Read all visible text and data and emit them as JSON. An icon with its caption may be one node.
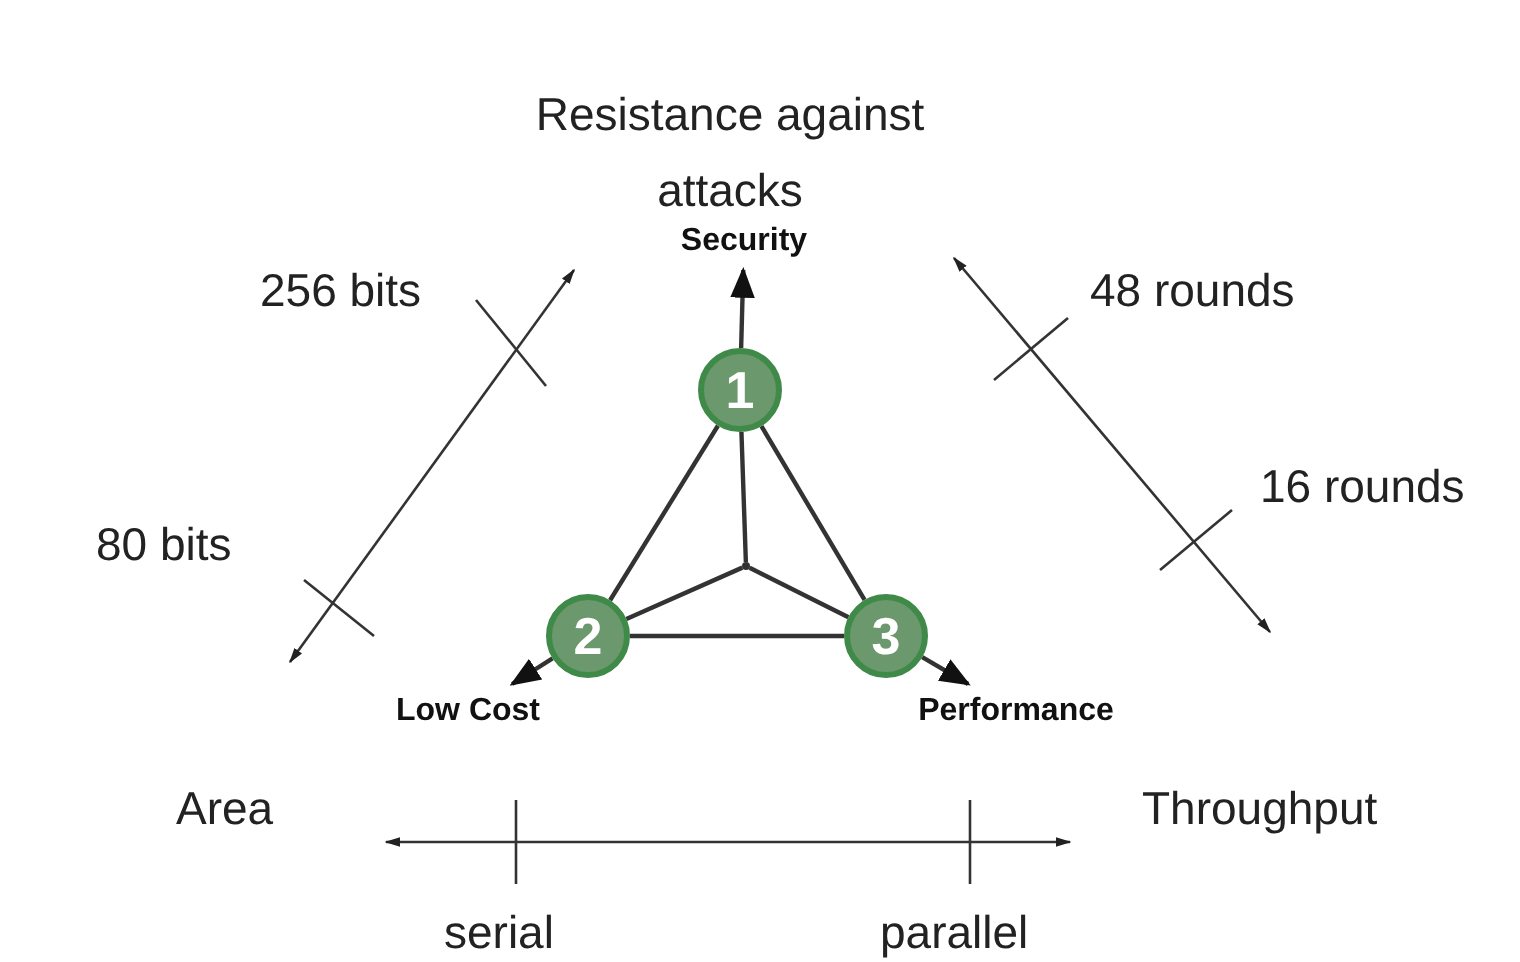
{
  "diagram": {
    "nodes": [
      {
        "text": [
          "Security"
        ]
      },
      {
        "text": [
          "1"
        ]
      },
      {
        "text": [
          "2"
        ]
      },
      {
        "text": [
          "3"
        ]
      },
      {
        "text": [],
        "shape": "point"
      },
      {
        "text": [
          "Low Cost"
        ]
      },
      {
        "text": [
          "Performance"
        ]
      }
    ],
    "edges": [
      {
        "from": 1,
        "to": 0,
        "arrow": "to"
      },
      {
        "from": 2,
        "to": 5,
        "arrow": "to"
      },
      {
        "from": 3,
        "to": 6,
        "arrow": "to"
      },
      {
        "from": 1,
        "to": 2,
        "arrow": "none"
      },
      {
        "from": 2,
        "to": 3,
        "arrow": "none"
      },
      {
        "from": 3,
        "to": 1,
        "arrow": "none"
      },
      {
        "from": 1,
        "to": 4,
        "arrow": "none"
      },
      {
        "from": 2,
        "to": 4,
        "arrow": "none"
      },
      {
        "from": 3,
        "to": 4,
        "arrow": "none"
      }
    ],
    "labels": [
      "Resistance against attacks",
      "256 bits",
      "80 bits",
      "48 rounds",
      "16 rounds",
      "Area",
      "Throughput",
      "serial",
      "parallel"
    ]
  }
}
